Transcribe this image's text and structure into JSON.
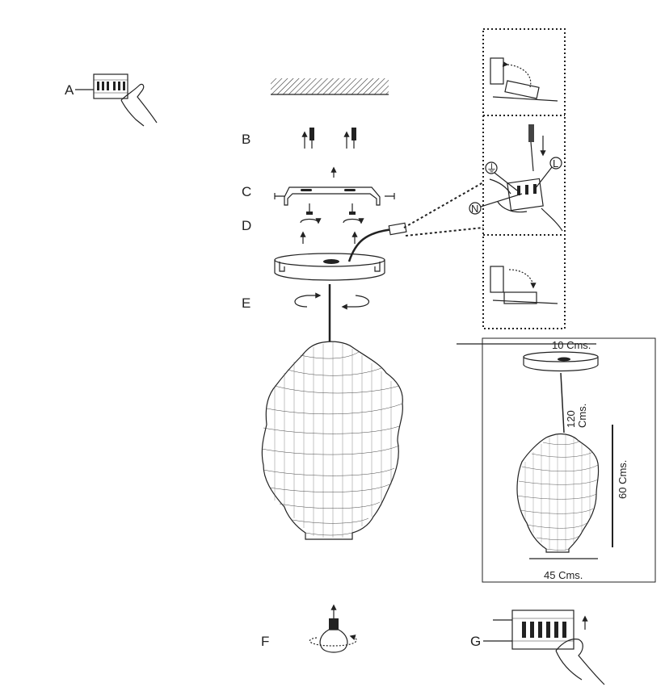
{
  "steps": {
    "a": "A",
    "b": "B",
    "c": "C",
    "d": "D",
    "e": "E",
    "f": "F",
    "g": "G"
  },
  "dimensions": {
    "canopy_diameter": "10  Cms.",
    "cable_length": "120\nCms.",
    "shade_height": "60 Cms.",
    "shade_width": "45 Cms."
  },
  "wiring_symbols": {
    "earth": "⏚",
    "live": "L",
    "neutral": "N"
  },
  "colors": {
    "line": "#222222",
    "background": "#ffffff"
  }
}
